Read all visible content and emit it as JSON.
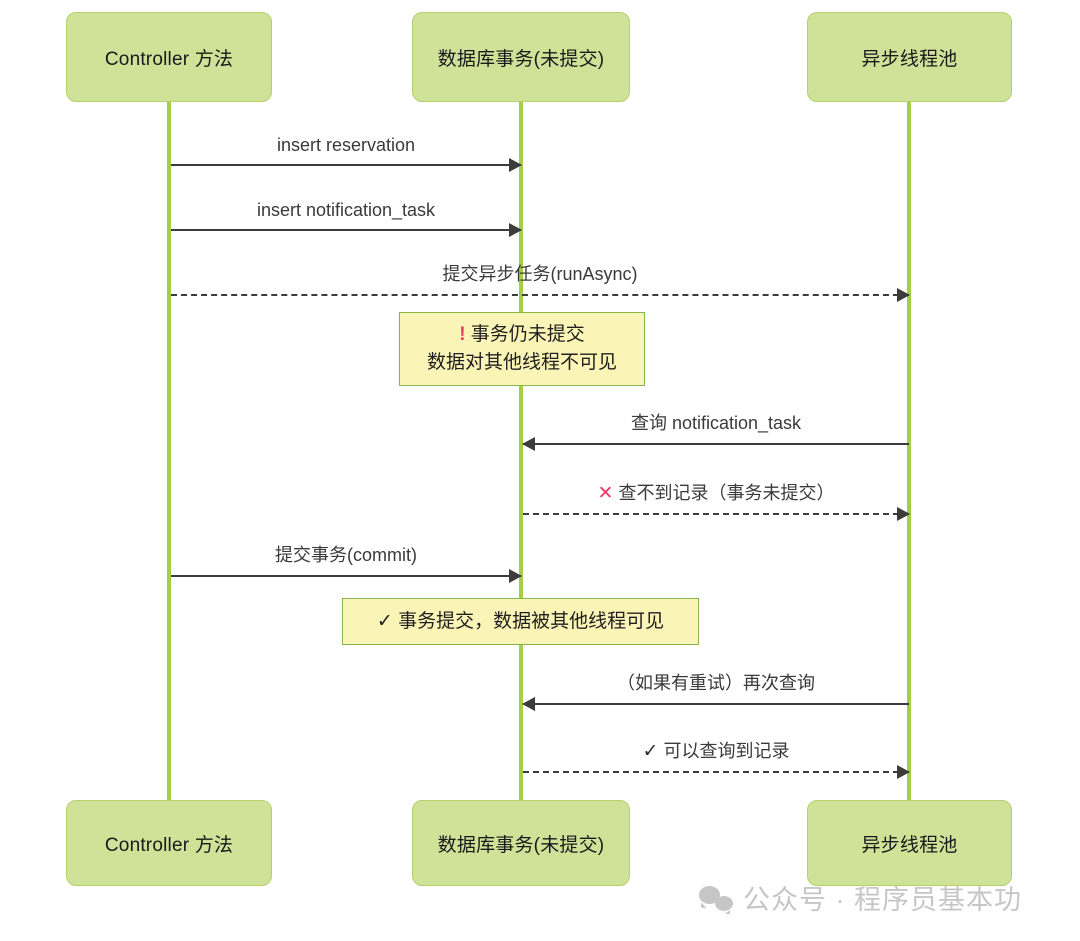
{
  "diagram": {
    "type": "sequence-diagram",
    "colors": {
      "participant_fill": "#cfe298",
      "participant_border": "#b5d16e",
      "lifeline": "#a3ce45",
      "note_fill": "#fbf4b7",
      "note_border": "#8bb34b",
      "arrow": "#3c3c3c",
      "danger": "#ef3b62",
      "watermark": "#c6c6c6"
    },
    "participants": [
      {
        "id": "controller",
        "label": "Controller 方法"
      },
      {
        "id": "db_tx",
        "label": "数据库事务(未提交)"
      },
      {
        "id": "async_pool",
        "label": "异步线程池"
      }
    ],
    "messages": [
      {
        "id": "m1",
        "label": "insert reservation",
        "from": "controller",
        "to": "db_tx",
        "style": "solid",
        "direction": "right"
      },
      {
        "id": "m2",
        "label": "insert notification_task",
        "from": "controller",
        "to": "db_tx",
        "style": "solid",
        "direction": "right"
      },
      {
        "id": "m3",
        "label": "提交异步任务(runAsync)",
        "from": "controller",
        "to": "async_pool",
        "style": "dashed",
        "direction": "right"
      },
      {
        "id": "m4",
        "label": "查询 notification_task",
        "from": "async_pool",
        "to": "db_tx",
        "style": "solid",
        "direction": "left"
      },
      {
        "id": "m5",
        "mark": "✕",
        "mark_type": "cross",
        "label": "查不到记录（事务未提交）",
        "from": "db_tx",
        "to": "async_pool",
        "style": "dashed",
        "direction": "right"
      },
      {
        "id": "m6",
        "label": "提交事务(commit)",
        "from": "controller",
        "to": "db_tx",
        "style": "solid",
        "direction": "right"
      },
      {
        "id": "m7",
        "label": "（如果有重试）再次查询",
        "from": "async_pool",
        "to": "db_tx",
        "style": "solid",
        "direction": "left"
      },
      {
        "id": "m8",
        "mark": "✓",
        "mark_type": "check",
        "label": "可以查询到记录",
        "from": "db_tx",
        "to": "async_pool",
        "style": "dashed",
        "direction": "right"
      }
    ],
    "notes": [
      {
        "id": "note1",
        "mark": "!",
        "mark_type": "warning",
        "lines": [
          "事务仍未提交",
          "数据对其他线程不可见"
        ],
        "line1_prefix": "!"
      },
      {
        "id": "note2",
        "mark": "✓",
        "mark_type": "check",
        "lines": [
          "事务提交，数据被其他线程可见"
        ]
      }
    ]
  },
  "watermark": {
    "icon": "wechat-icon",
    "text": "公众号 · 程序员基本功"
  }
}
